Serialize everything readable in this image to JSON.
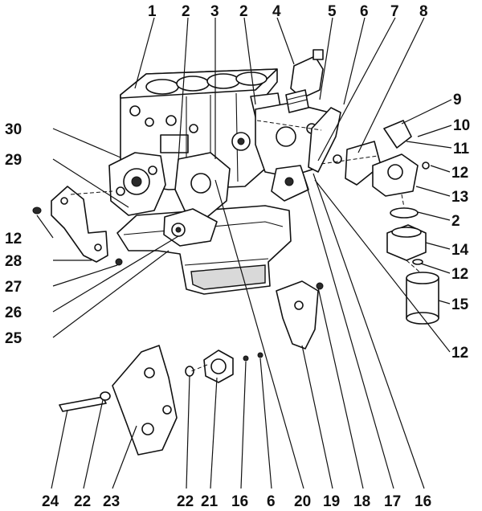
{
  "diagram": {
    "callouts": [
      {
        "id": "c1",
        "label": "1"
      },
      {
        "id": "c2a",
        "label": "2"
      },
      {
        "id": "c3",
        "label": "3"
      },
      {
        "id": "c2b",
        "label": "2"
      },
      {
        "id": "c4",
        "label": "4"
      },
      {
        "id": "c5",
        "label": "5"
      },
      {
        "id": "c6a",
        "label": "6"
      },
      {
        "id": "c7",
        "label": "7"
      },
      {
        "id": "c8",
        "label": "8"
      },
      {
        "id": "c9",
        "label": "9"
      },
      {
        "id": "c10",
        "label": "10"
      },
      {
        "id": "c11",
        "label": "11"
      },
      {
        "id": "c12a",
        "label": "12"
      },
      {
        "id": "c13",
        "label": "13"
      },
      {
        "id": "c2c",
        "label": "2"
      },
      {
        "id": "c14",
        "label": "14"
      },
      {
        "id": "c12b",
        "label": "12"
      },
      {
        "id": "c15",
        "label": "15"
      },
      {
        "id": "c12c",
        "label": "12"
      },
      {
        "id": "c30",
        "label": "30"
      },
      {
        "id": "c29",
        "label": "29"
      },
      {
        "id": "c12d",
        "label": "12"
      },
      {
        "id": "c28",
        "label": "28"
      },
      {
        "id": "c27",
        "label": "27"
      },
      {
        "id": "c26",
        "label": "26"
      },
      {
        "id": "c25",
        "label": "25"
      },
      {
        "id": "c24",
        "label": "24"
      },
      {
        "id": "c22a",
        "label": "22"
      },
      {
        "id": "c23",
        "label": "23"
      },
      {
        "id": "c22b",
        "label": "22"
      },
      {
        "id": "c21",
        "label": "21"
      },
      {
        "id": "c16a",
        "label": "16"
      },
      {
        "id": "c6b",
        "label": "6"
      },
      {
        "id": "c20",
        "label": "20"
      },
      {
        "id": "c19",
        "label": "19"
      },
      {
        "id": "c18",
        "label": "18"
      },
      {
        "id": "c17",
        "label": "17"
      },
      {
        "id": "c16b",
        "label": "16"
      }
    ]
  }
}
